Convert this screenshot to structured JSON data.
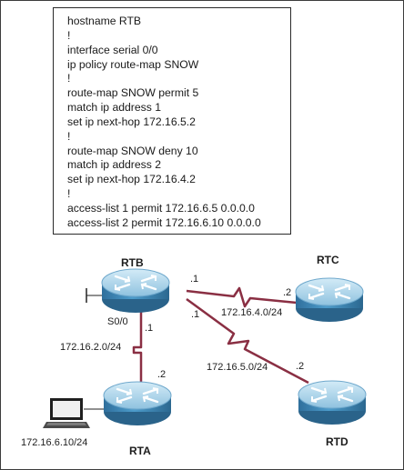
{
  "config_lines": [
    "hostname RTB",
    "!",
    "interface serial 0/0",
    "ip policy route-map SNOW",
    "!",
    "route-map SNOW permit 5",
    "match ip address 1",
    "set ip next-hop 172.16.5.2",
    "!",
    "route-map SNOW deny 10",
    "match ip address 2",
    "set ip next-hop 172.16.4.2",
    "!",
    "access-list 1 permit 172.16.6.5 0.0.0.0",
    "access-list 2 permit 172.16.6.10 0.0.0.0"
  ],
  "routers": {
    "rtb": "RTB",
    "rtc": "RTC",
    "rta": "RTA",
    "rtd": "RTD"
  },
  "labels": {
    "rtb_s00": "S0/0",
    "rtb_to_rtc_host": ".1",
    "rtb_to_rtd_host": ".1",
    "rtb_to_rta_host": ".1",
    "rtc_host": ".2",
    "rtd_host": ".2",
    "rta_host": ".2",
    "net_rtb_rtc": "172.16.4.0/24",
    "net_rtb_rtd": "172.16.5.0/24",
    "net_rtb_rta": "172.16.2.0/24",
    "pc_address": "172.16.6.10/24"
  },
  "colors": {
    "serial_link": "#8a2f43",
    "router_body": "#3f8ab8",
    "router_top": "#aed4ea"
  },
  "icons": {
    "router": "router-icon",
    "pc": "laptop-icon"
  }
}
